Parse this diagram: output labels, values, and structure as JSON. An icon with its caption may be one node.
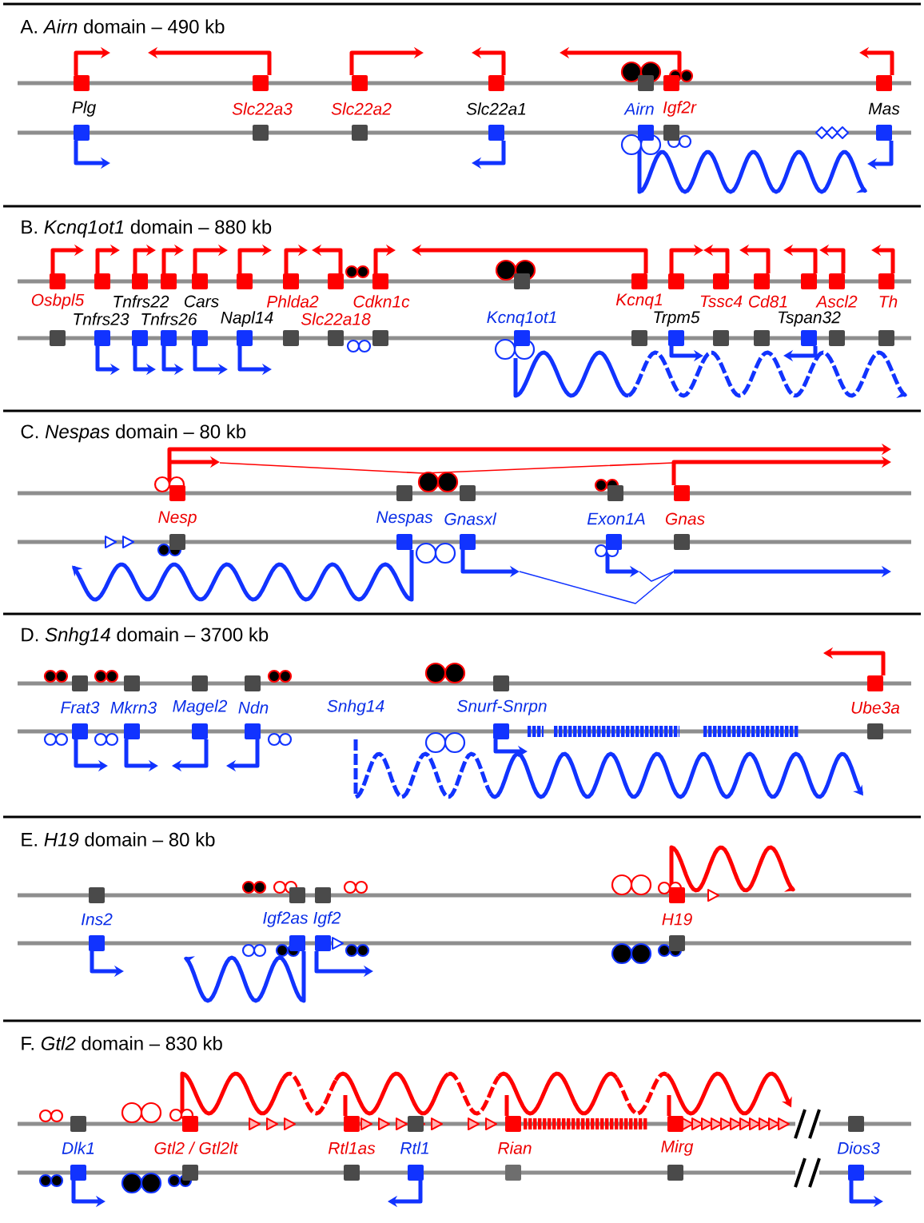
{
  "diagram": {
    "labels": [
      "A. *Airn* domain – 490 kb",
      "Plg",
      "Slc22a3",
      "Slc22a2",
      "Slc22a1",
      "Airn",
      "Igf2r",
      "Mas",
      "B. *Kcnq1ot1* domain – 880 kb",
      "Osbpl5",
      "Tnfrs22",
      "Cars",
      "Phlda2",
      "Cdkn1c",
      "Kcnq1",
      "Tssc4",
      "Cd81",
      "Ascl2",
      "Th",
      "Tnfrs23",
      "Tnfrs26",
      "Napl14",
      "Slc22a18",
      "Kcnq1ot1",
      "Trpm5",
      "Tspan32",
      "C. *Nespas* domain – 80 kb",
      "Nesp",
      "Nespas",
      "Gnasxl",
      "Exon1A",
      "Gnas",
      "D. *Snhg14* domain – 3700 kb",
      "Frat3",
      "Mkrn3",
      "Magel2",
      "Ndn",
      "Snhg14",
      "Snurf-Snrpn",
      "Ube3a",
      "E. *H19* domain – 80 kb",
      "Ins2",
      "Igf2as",
      "Igf2",
      "H19",
      "F. *Gtl2* domain – 830 kb",
      "Dlk1",
      "Gtl2 / Gtl2lt",
      "Rtl1as",
      "Rtl1",
      "Rian",
      "Mirg",
      "Dios3"
    ]
  }
}
